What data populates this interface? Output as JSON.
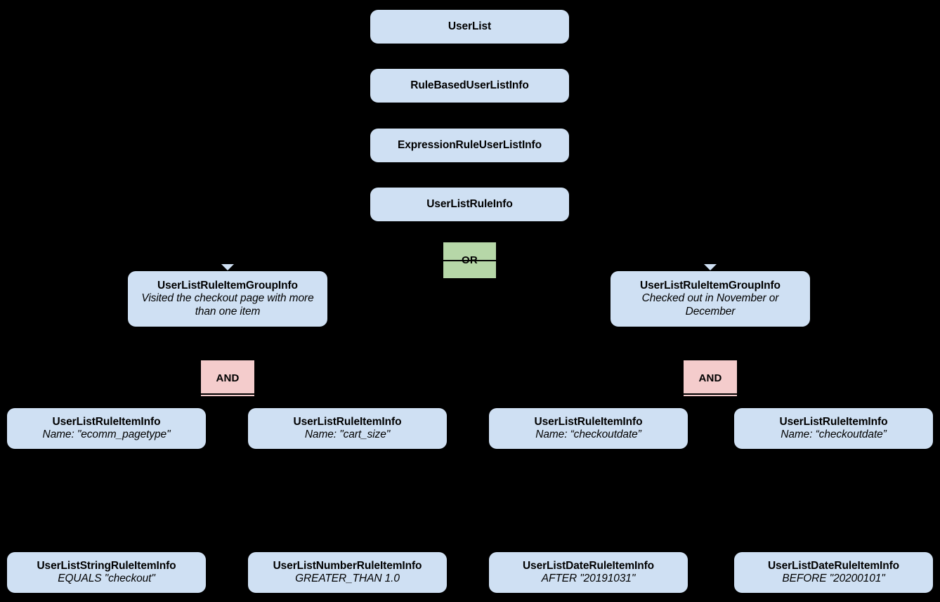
{
  "diagram": {
    "type": "hierarchy-tree",
    "background_color": "#000000",
    "palette": {
      "entity_fill": "#cfe0f3",
      "or_fill": "#b6d7a8",
      "and_fill": "#f4cccc",
      "text": "#000000"
    },
    "chain": [
      {
        "title": "UserList"
      },
      {
        "title": "RuleBasedUserListInfo"
      },
      {
        "title": "ExpressionRuleUserListInfo"
      },
      {
        "title": "UserListRuleInfo"
      }
    ],
    "root_operator": {
      "label": "OR"
    },
    "groups": [
      {
        "title": "UserListRuleItemGroupInfo",
        "subtitle": "Visited the checkout page with more than one item",
        "operator": {
          "label": "AND"
        }
      },
      {
        "title": "UserListRuleItemGroupInfo",
        "subtitle": "Checked out in November or December",
        "operator": {
          "label": "AND"
        }
      }
    ],
    "rule_items": [
      {
        "title": "UserListRuleItemInfo",
        "subtitle": "Name: \"ecomm_pagetype\""
      },
      {
        "title": "UserListRuleItemInfo",
        "subtitle": "Name: \"cart_size\""
      },
      {
        "title": "UserListRuleItemInfo",
        "subtitle": "Name: “checkoutdate”"
      },
      {
        "title": "UserListRuleItemInfo",
        "subtitle": "Name: “checkoutdate”"
      }
    ],
    "leaf_items": [
      {
        "title": "UserListStringRuleItemInfo",
        "subtitle": "EQUALS \"checkout\""
      },
      {
        "title": "UserListNumberRuleItemInfo",
        "subtitle": "GREATER_THAN 1.0"
      },
      {
        "title": "UserListDateRuleItemInfo",
        "subtitle": "AFTER \"20191031\""
      },
      {
        "title": "UserListDateRuleItemInfo",
        "subtitle": "BEFORE \"20200101\""
      }
    ]
  }
}
